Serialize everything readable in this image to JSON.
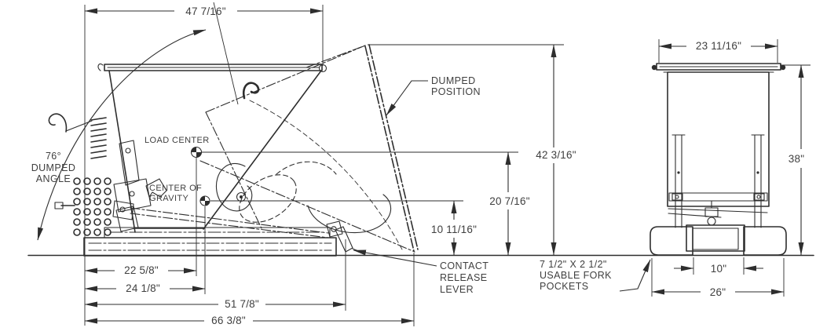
{
  "side_view": {
    "dimensions": {
      "top_width": "47 7/16\"",
      "dumped_height": "42 3/16\"",
      "load_center_height": "20 7/16\"",
      "center_of_gravity_height": "10 11/16\"",
      "load_center_setback": "22 5/8\"",
      "center_of_gravity_setback": "24 1/8\"",
      "base_length": "51 7/8\"",
      "overall_length": "66 3/8\""
    },
    "labels": {
      "dumped_angle": [
        "76°",
        "DUMPED",
        "ANGLE"
      ],
      "load_center": "LOAD CENTER",
      "center_of_gravity": [
        "CENTER OF",
        "GRAVITY"
      ],
      "dumped_position": [
        "DUMPED",
        "POSITION"
      ],
      "contact_release_lever": [
        "CONTACT",
        "RELEASE",
        "LEVER"
      ],
      "usable_fork_pockets": [
        "7 1/2\" X 2 1/2\"",
        "USABLE FORK",
        "POCKETS"
      ]
    }
  },
  "front_view": {
    "dimensions": {
      "rim_width": "23 11/16\"",
      "overall_height": "38\"",
      "fork_pocket_spacing": "10\"",
      "base_width": "26\""
    }
  },
  "style": {
    "line_color": "#2e2e2e",
    "text_color": "#3f3f3f",
    "background": "#ffffff"
  }
}
